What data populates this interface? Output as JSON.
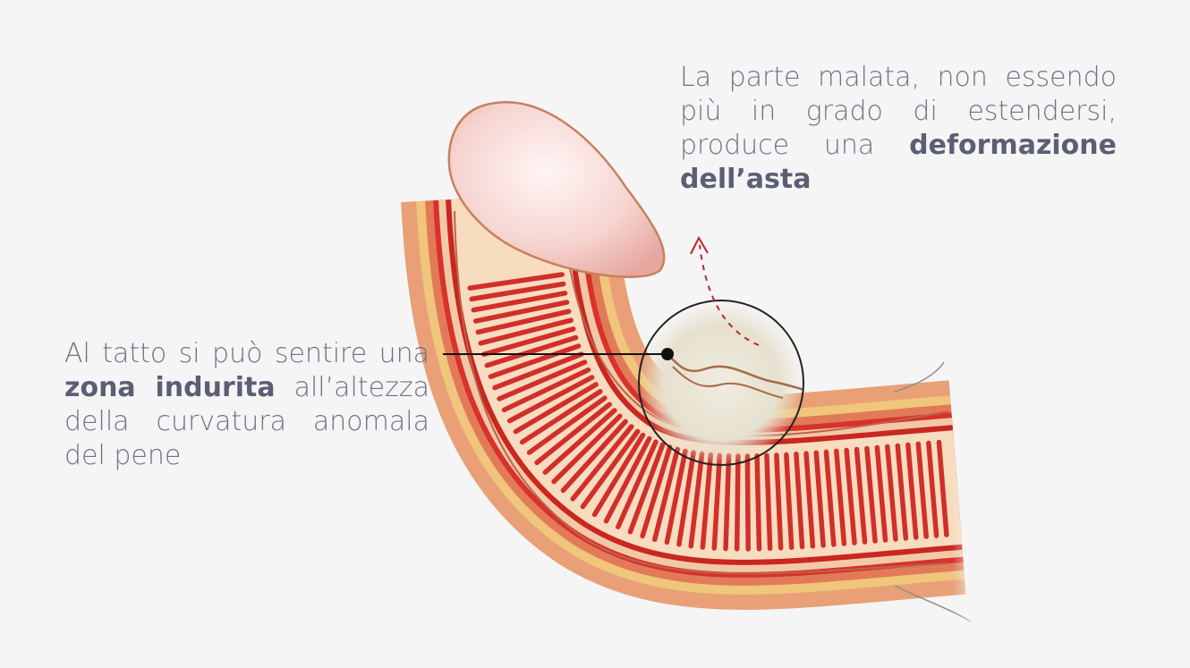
{
  "captions": {
    "right": {
      "text_before": "La parte malata, non essendo più in grado di estendersi, produce una ",
      "bold": "deformazione dell’asta"
    },
    "left": {
      "text_before": "Al tatto si può sentire una ",
      "bold": "zona indurita",
      "text_after": " all’altezza della curvatura anomala del pene"
    }
  },
  "colors": {
    "background": "#f5f5f6",
    "text": "#6f7285",
    "skin_outer": "#e9a077",
    "tissue_red": "#d8322a",
    "glans": "#f7d2cf",
    "plaque_zone": "#e8e3d2",
    "leader_line": "#111111",
    "arrow": "#c0262a"
  },
  "icons": {
    "pointer_dot": "filled-circle",
    "curvature_arrow": "dashed-curved-arrow"
  }
}
